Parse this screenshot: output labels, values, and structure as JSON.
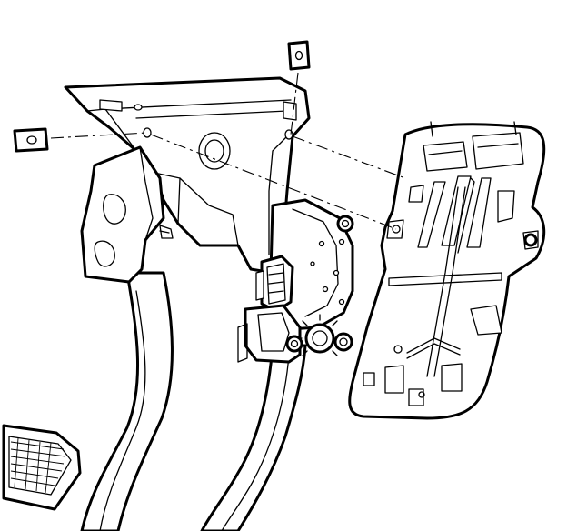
{
  "figure": {
    "parts": [
      "retainer-clip-top",
      "retainer-clip-left",
      "pedal-bracket",
      "brake-pedal-arm",
      "accelerator-pedal-arm",
      "accelerator-pedal-pad",
      "pedal-position-sensor",
      "sensor-connector",
      "adjustable-pedal-motor",
      "pedal-mount-bracket",
      "mounting-nut-left",
      "mounting-nut-right",
      "alignment-leader-lines"
    ],
    "colors": {
      "line": "#000000",
      "background": "#ffffff"
    }
  }
}
